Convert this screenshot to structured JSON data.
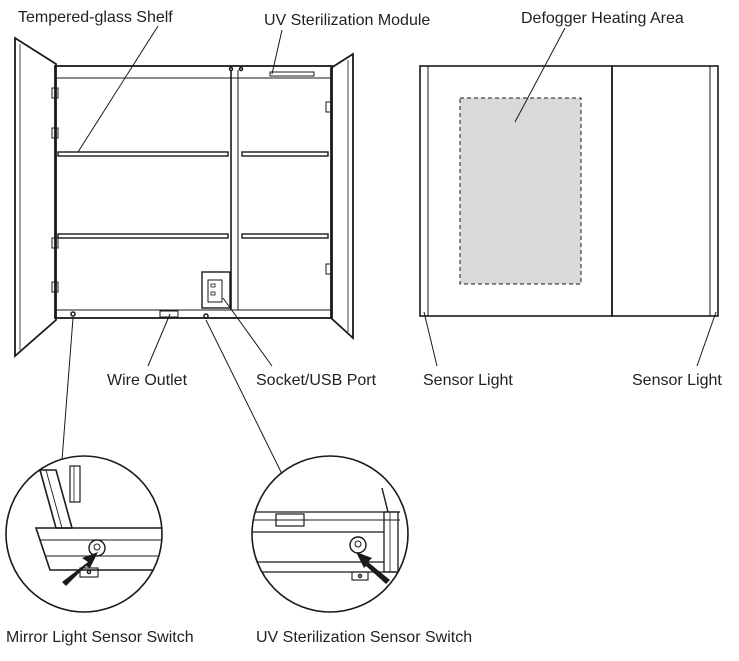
{
  "labels": {
    "tempered_glass_shelf": "Tempered-glass Shelf",
    "uv_sterilization_module": "UV Sterilization Module",
    "defogger_heating_area": "Defogger Heating Area",
    "wire_outlet": "Wire Outlet",
    "socket_usb_port": "Socket/USB Port",
    "sensor_light_left": "Sensor Light",
    "sensor_light_right": "Sensor Light",
    "mirror_light_sensor_switch": "Mirror Light Sensor Switch",
    "uv_sterilization_sensor_switch": "UV Sterilization Sensor Switch"
  },
  "colors": {
    "line": "#1a1a1a",
    "text": "#222222",
    "defogger_fill": "#d9d9d9",
    "background": "#ffffff"
  }
}
